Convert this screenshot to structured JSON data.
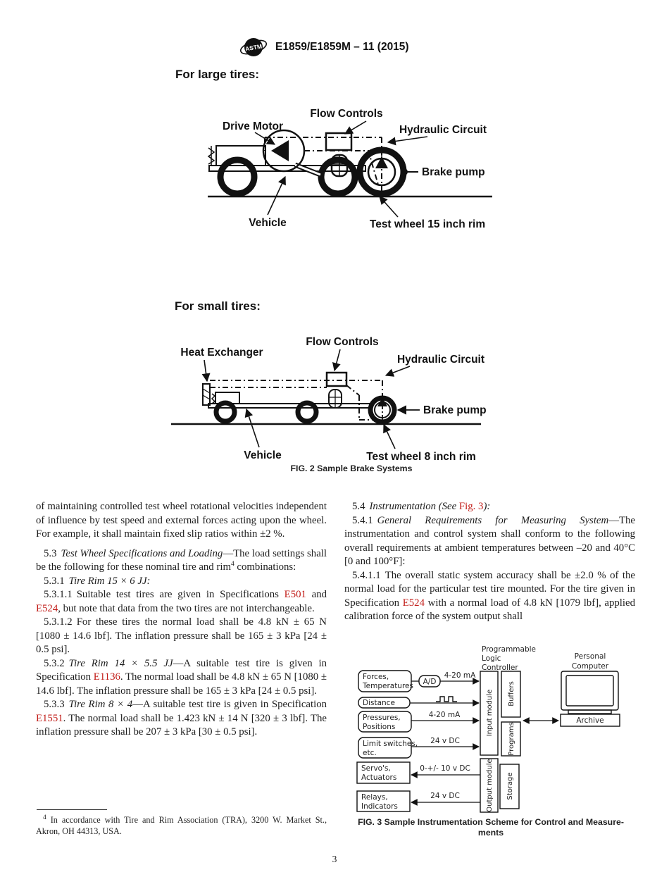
{
  "header": {
    "logo_text": "ASTM",
    "title": "E1859/E1859M – 11 (2015)"
  },
  "fig2": {
    "heading_large": "For large tires:",
    "heading_small": "For small tires:",
    "caption": "FIG. 2 Sample Brake Systems",
    "large_labels": {
      "flow_controls": "Flow Controls",
      "drive_motor": "Drive Motor",
      "hydraulic_circuit": "Hydraulic Circuit",
      "brake_pump": "Brake pump",
      "vehicle": "Vehicle",
      "test_wheel": "Test wheel 15 inch rim"
    },
    "small_labels": {
      "heat_exchanger": "Heat Exchanger",
      "flow_controls": "Flow Controls",
      "hydraulic_circuit": "Hydraulic Circuit",
      "brake_pump": "Brake pump",
      "vehicle": "Vehicle",
      "test_wheel": "Test wheel 8 inch rim"
    }
  },
  "body": {
    "left": {
      "p1": "of maintaining controlled test wheel rotational velocities independent of influence by test speed and external forces acting upon the wheel. For example, it shall maintain fixed slip ratios within ±2 %.",
      "s53": {
        "num": "5.3",
        "title": "Test Wheel Specifications and Loading",
        "t1": "—The load settings shall be the following for these nominal tire and rim",
        "fnref": "4",
        "t2": " combinations:"
      },
      "s531": {
        "num": "5.3.1",
        "title": "Tire Rim 15 × 6 JJ:"
      },
      "s5311": {
        "num": "5.3.1.1",
        "t1": "Suitable test tires are given in Specifications ",
        "link1": "E501",
        "t2": " and ",
        "link2": "E524",
        "t3": ", but note that data from the two tires are not interchangeable."
      },
      "s5312": {
        "num": "5.3.1.2",
        "t1": "For these tires the normal load shall be 4.8 kN ± 65 N [1080 ± 14.6 lbf]. The inflation pressure shall be 165 ± 3 kPa [24 ± 0.5 psi]."
      },
      "s532": {
        "num": "5.3.2",
        "title": "Tire Rim 14 × 5.5 JJ",
        "t1": "—A suitable test tire is given in Specification ",
        "link1": "E1136",
        "t2": ". The normal load shall be 4.8 kN ± 65 N [1080 ± 14.6 lbf]. The inflation pressure shall be 165 ± 3 kPa [24 ± 0.5 psi]."
      },
      "s533": {
        "num": "5.3.3",
        "title": "Tire Rim 8 × 4",
        "t1": "—A suitable test tire is given in Specification ",
        "link1": "E1551",
        "t2": ". The normal load shall be 1.423 kN ± 14 N [320 ± 3 lbf]. The inflation pressure shall be 207 ± 3 kPa [30 ± 0.5 psi]."
      },
      "footnote": {
        "ref": "4",
        "text": " In accordance with Tire and Rim Association (TRA), 3200 W. Market St., Akron, OH 44313, USA."
      }
    },
    "right": {
      "s54": {
        "num": "5.4",
        "t1": "Instrumentation (See ",
        "link1": "Fig. 3",
        "t2": "):"
      },
      "s541": {
        "num": "5.4.1",
        "title": "General Requirements for Measuring System",
        "t1": "—The instrumentation and control system shall conform to the following overall requirements at ambient temperatures between –20 and 40°C [0 and 100°F]:"
      },
      "s5411": {
        "num": "5.4.1.1",
        "t1": "The overall static system accuracy shall be ±2.0 % of the normal load for the particular test tire mounted. For the tire given in Specification ",
        "link1": "E524",
        "t2": " with a normal load of 4.8 kN [1079 lbf], applied calibration force of the system output shall"
      }
    }
  },
  "fig3": {
    "plc_label": [
      "Programmable",
      "Logic",
      "Controller"
    ],
    "pc_label": [
      "Personal",
      "Computer"
    ],
    "inputs": {
      "forces": [
        "Forces,",
        "Temperatures"
      ],
      "ad": "A/D",
      "distance": "Distance",
      "pressures": [
        "Pressures,",
        "Positions"
      ],
      "limit": [
        "Limit switches,",
        "etc."
      ]
    },
    "outputs": {
      "servos": [
        "Servo's,",
        "Actuators"
      ],
      "relays": [
        "Relays,",
        "Indicators"
      ]
    },
    "modules": {
      "input": "Input module",
      "output": "Output module",
      "buffers": "Buffers",
      "programs": "Programs",
      "storage": "Storage"
    },
    "archive": "Archive",
    "signals": {
      "forces": "4-20 mA",
      "pressures": "4-20 mA",
      "limit": "24 v DC",
      "servos": "0-+/- 10 v DC",
      "relays": "24 v DC"
    },
    "caption": [
      "FIG. 3 Sample Instrumentation Scheme for Control and Measure-",
      "ments"
    ]
  },
  "footer": {
    "page_number": "3"
  },
  "colors": {
    "link_red": "#c11b17",
    "ink": "#1d1d1d"
  }
}
